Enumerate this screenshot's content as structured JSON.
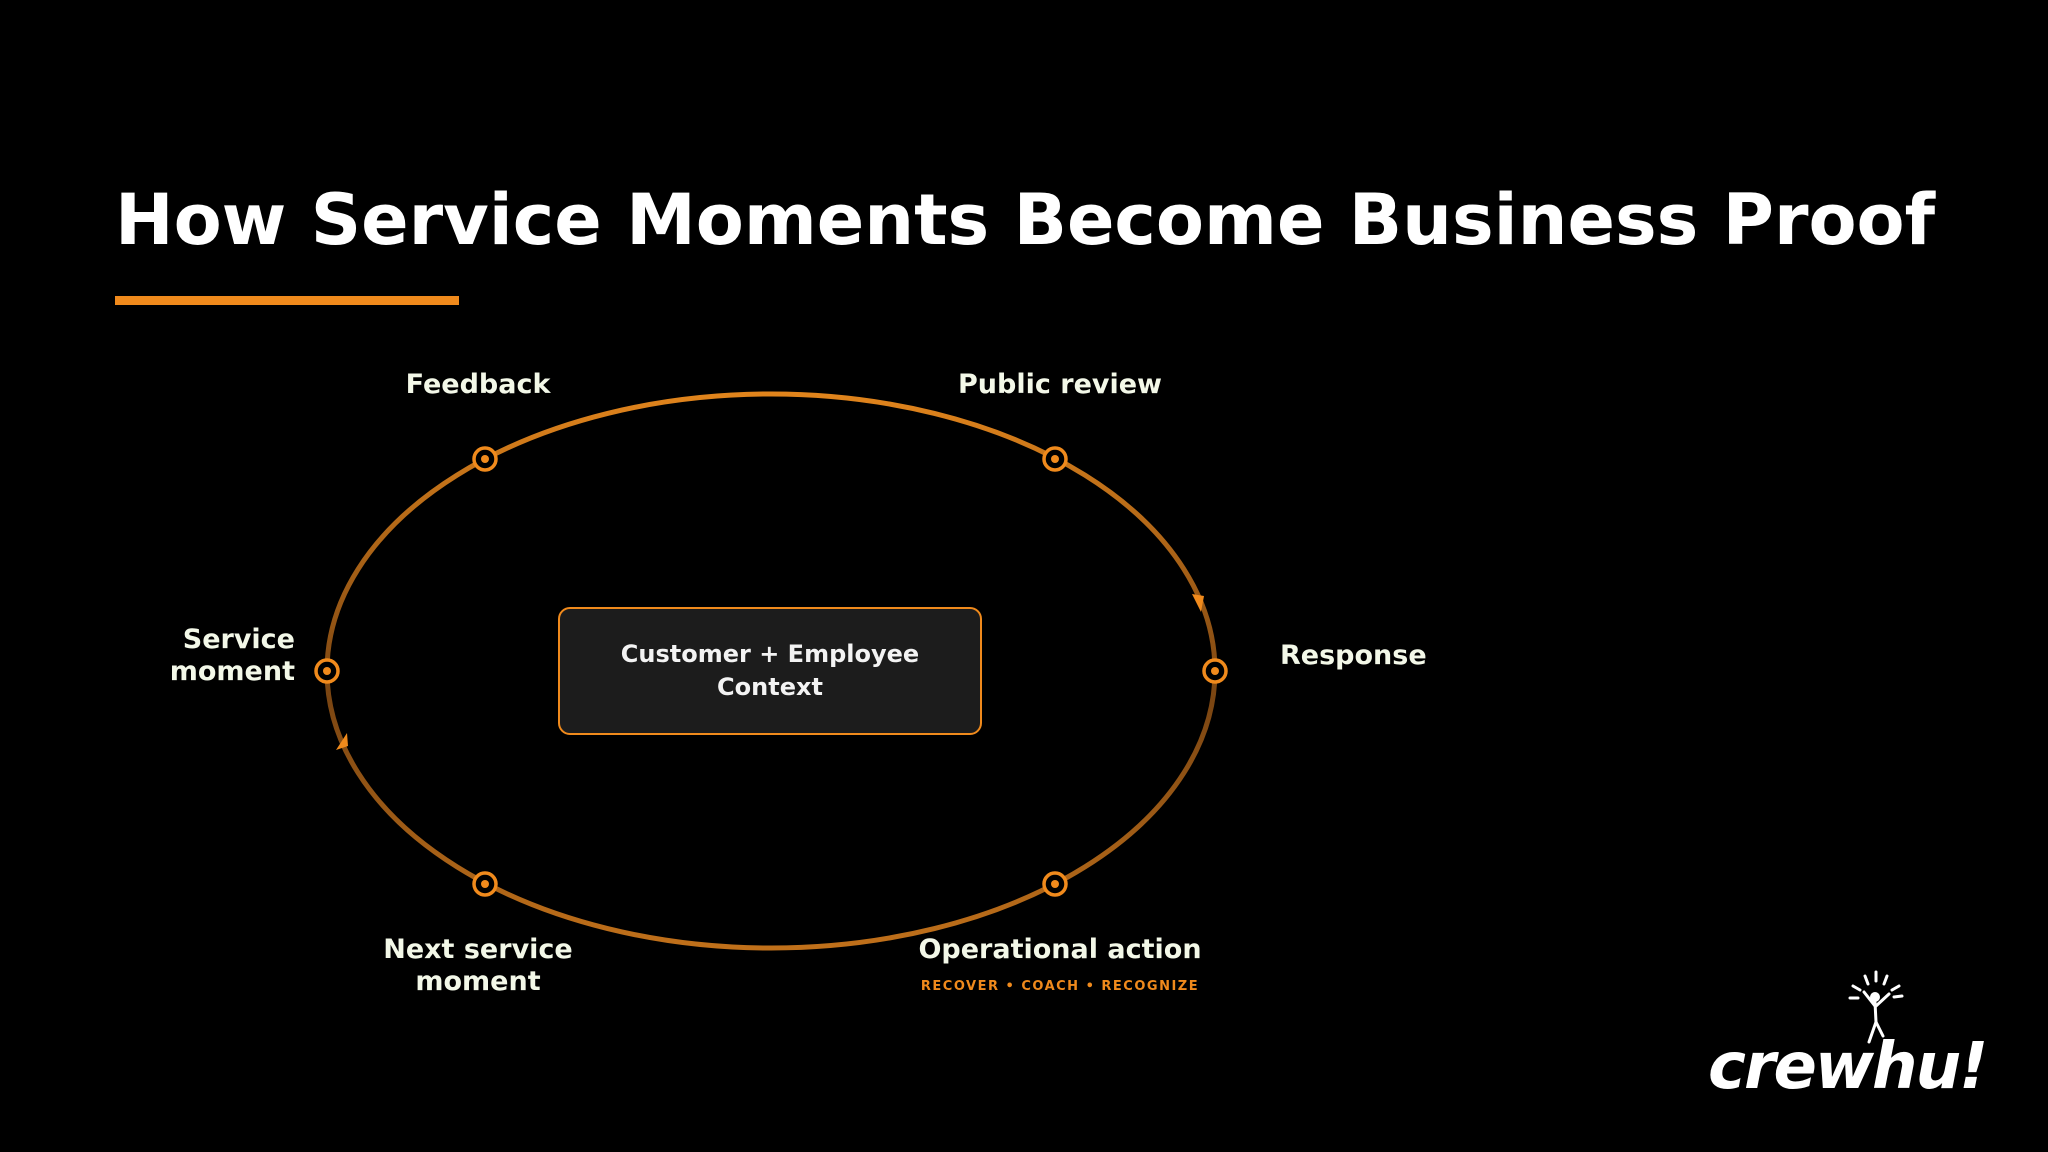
{
  "title": "How Service Moments Become Business Proof",
  "colors": {
    "accent": "#f08a1c",
    "cycle_stroke": "#a0560f",
    "background": "#000000",
    "box_fill": "#1c1c1c"
  },
  "cycle": {
    "steps": [
      {
        "id": "service-moment",
        "label": "Service\nmoment"
      },
      {
        "id": "feedback",
        "label": "Feedback"
      },
      {
        "id": "public-review",
        "label": "Public review"
      },
      {
        "id": "response",
        "label": "Response"
      },
      {
        "id": "operational-action",
        "label": "Operational action",
        "sublabel": "RECOVER • COACH • RECOGNIZE"
      },
      {
        "id": "next-service-moment",
        "label": "Next service\nmoment"
      }
    ],
    "center": "Customer + Employee\nContext"
  },
  "logo": {
    "text": "crewhu!",
    "icon": "person-cheering-icon"
  }
}
